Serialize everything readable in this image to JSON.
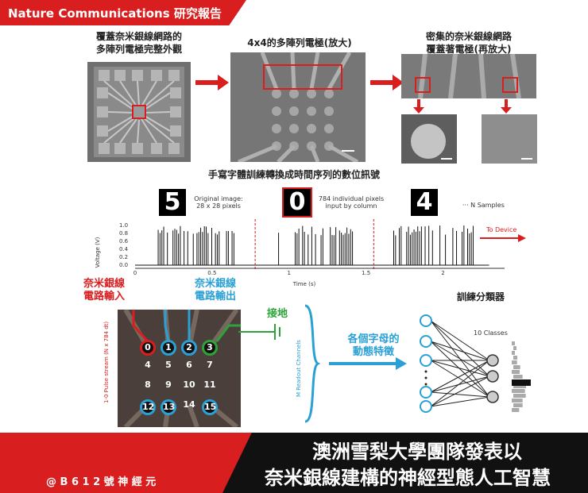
{
  "header": {
    "title": "Nature Communications 研究報告"
  },
  "top_panel": {
    "caption1": "覆蓋奈米銀線網路的\n多陣列電極完整外觀",
    "caption2": "4x4的多陣列電極(放大)",
    "caption3": "密集的奈米銀線網路\n覆蓋著電極(再放大)"
  },
  "middle_panel": {
    "title": "手寫字體訓練轉換成時間序列的數位訊號",
    "digit1": "5",
    "digit2": "0",
    "digit3": "4",
    "note1": "Original image:\n28 x 28 pixels",
    "note2": "784 individual pixels\ninput by column",
    "note3": "··· N Samples",
    "to_device": "To Device"
  },
  "chart_data": {
    "type": "line",
    "title": "",
    "ylabel": "Voltage (V)",
    "xlabel": "Time (s)",
    "y_ticks": [
      "1.0",
      "0.8",
      "0.6",
      "0.4",
      "0.2",
      "0.0"
    ],
    "x_ticks": [
      "0",
      "0.5",
      "1",
      "1.5",
      "2"
    ],
    "xlim": [
      0,
      2.4
    ],
    "ylim": [
      0,
      1.0
    ],
    "dividers": [
      0.78,
      1.55
    ],
    "series": [
      {
        "values": []
      }
    ]
  },
  "bottom_panel": {
    "input_label": "奈米銀線\n電路輸入",
    "output_label": "奈米銀線\n電路輸出",
    "ground_label": "接地",
    "left_axis": "1-0 Pulse stream (N x 784 dt)",
    "readout_axis": "M Readout Channels",
    "feature_label": "各個字母的\n動態特徵",
    "classifier_title": "訓練分類器",
    "classes_label": "10 Classes",
    "electrodes": [
      "0",
      "1",
      "2",
      "3",
      "4",
      "5",
      "6",
      "7",
      "8",
      "9",
      "10",
      "11",
      "12",
      "13",
      "14",
      "15"
    ]
  },
  "footer": {
    "credit": "@ B 6 1 2 號 神 經 元",
    "headline1": "澳洲雪梨大學團隊發表以",
    "headline2": "奈米銀線建構的神經型態人工智慧"
  },
  "colors": {
    "red": "#d81e1e",
    "blue": "#2aa0d4",
    "green": "#2ea33a",
    "black": "#111111"
  }
}
